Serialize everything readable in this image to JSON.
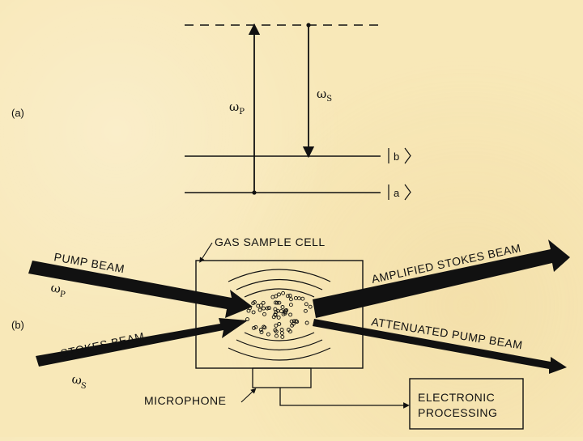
{
  "part_a": {
    "label": "(a)",
    "omega_p": "ω",
    "omega_p_sub": "P",
    "omega_s": "ω",
    "omega_s_sub": "S",
    "ket_b": "b",
    "ket_a": "a"
  },
  "part_b": {
    "label": "(b)",
    "gas_cell": "GAS SAMPLE CELL",
    "pump_beam": "PUMP BEAM",
    "omega_p": "ω",
    "omega_p_sub": "P",
    "stokes_beam": "STOKES BEAM",
    "omega_s": "ω",
    "omega_s_sub": "S",
    "amplified": "AMPLIFIED STOKES BEAM",
    "attenuated": "ATTENUATED PUMP BEAM",
    "microphone": "MICROPHONE",
    "electronic": "ELECTRONIC",
    "processing": "PROCESSING"
  }
}
